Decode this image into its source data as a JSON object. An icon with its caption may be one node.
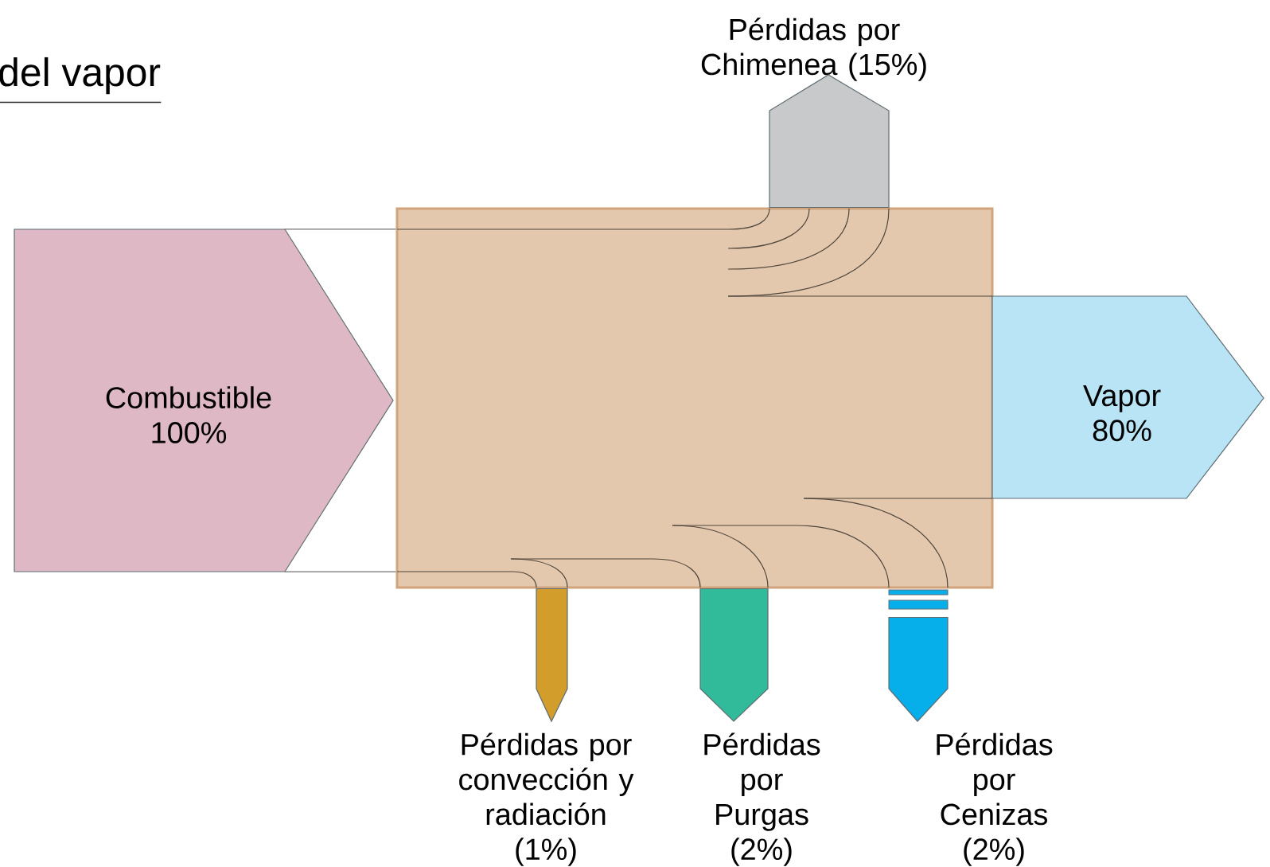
{
  "diagram": {
    "title": "del vapor",
    "nodes": [
      {
        "text": [
          "Combustible 100%"
        ]
      },
      {
        "text": [],
        "shape": "box"
      },
      {
        "text": [
          "Vapor 80%"
        ]
      },
      {
        "text": [
          "Pérdidas por Chimenea (15%)"
        ]
      },
      {
        "text": [
          "Pérdidas por convección y radiación (1%)"
        ]
      },
      {
        "text": [
          "Pérdidas por Purgas (2%)"
        ]
      },
      {
        "text": [
          "Pérdidas por Cenizas (2%)"
        ]
      }
    ],
    "edges": [
      {
        "from": 0,
        "to": 1,
        "arrow": "none"
      },
      {
        "from": 0,
        "to": 1,
        "arrow": "none"
      },
      {
        "from": 1,
        "to": 3,
        "arrow": "to"
      },
      {
        "from": 1,
        "to": 4,
        "arrow": "to"
      },
      {
        "from": 1,
        "to": 5,
        "arrow": "to"
      },
      {
        "from": 1,
        "to": 6,
        "arrow": "to"
      }
    ]
  }
}
